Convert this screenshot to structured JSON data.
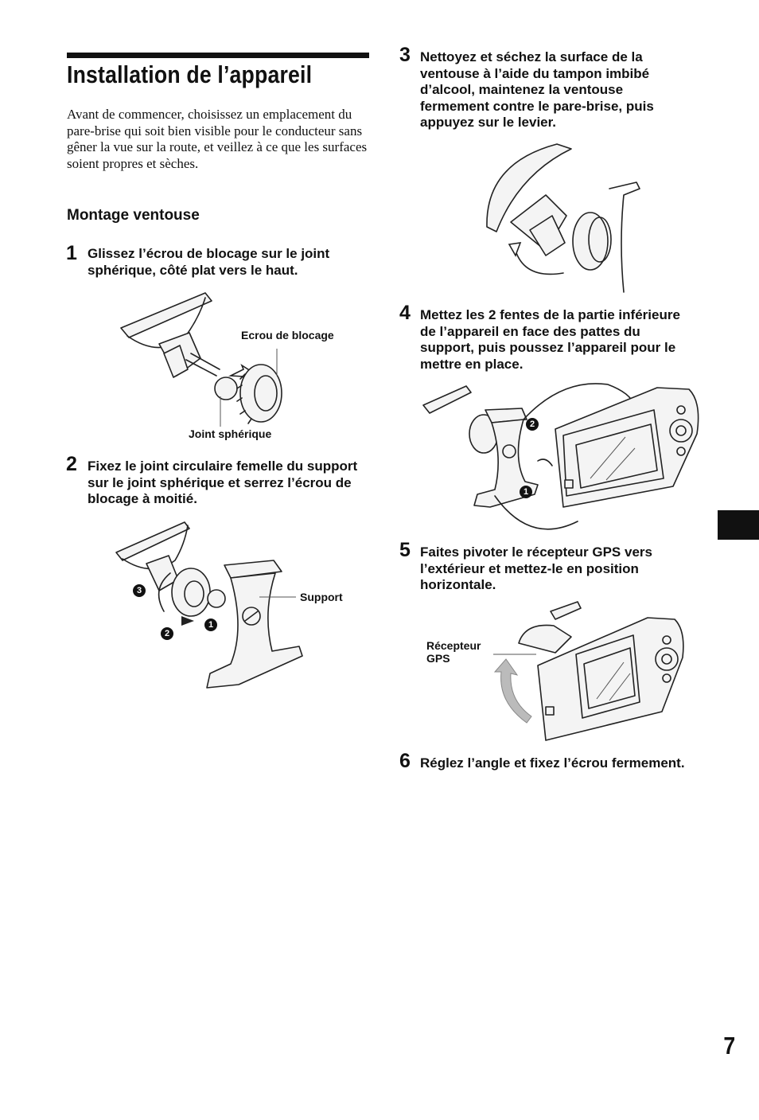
{
  "page": {
    "title": "Installation de l’appareil",
    "intro": "Avant de commencer, choisissez un emplacement du pare-brise qui soit bien visible pour le conducteur sans gêner la vue sur la route, et veillez à ce que les surfaces soient propres et sèches.",
    "subhead": "Montage ventouse",
    "page_number": "7"
  },
  "steps": [
    {
      "num": "1",
      "text": "Glissez l’écrou de blocage sur le joint sphérique, côté plat vers le haut."
    },
    {
      "num": "2",
      "text": "Fixez le joint circulaire femelle du support sur le joint sphérique et serrez l’écrou de blocage à moitié."
    },
    {
      "num": "3",
      "text": "Nettoyez et séchez la surface de la ventouse à l’aide du tampon imbibé d’alcool, maintenez la ventouse fermement contre le pare-brise, puis appuyez sur le levier."
    },
    {
      "num": "4",
      "text": "Mettez les 2 fentes de la partie inférieure de l’appareil en face des pattes du support, puis poussez l’appareil pour le mettre en place."
    },
    {
      "num": "5",
      "text": "Faites pivoter le récepteur GPS vers l’extérieur et mettez-le en position horizontale."
    },
    {
      "num": "6",
      "text": "Réglez l’angle et fixez l’écrou fermement."
    }
  ],
  "figures": {
    "fig1": {
      "nut_label": "Ecrou de blocage",
      "ball_label": "Joint sphérique"
    },
    "fig2": {
      "support_label": "Support",
      "marker_1": "1",
      "marker_2": "2",
      "marker_3": "3"
    },
    "fig4": {
      "marker_1": "1",
      "marker_2": "2"
    },
    "fig5": {
      "gps_label_line1": "Récepteur",
      "gps_label_line2": "GPS"
    }
  }
}
